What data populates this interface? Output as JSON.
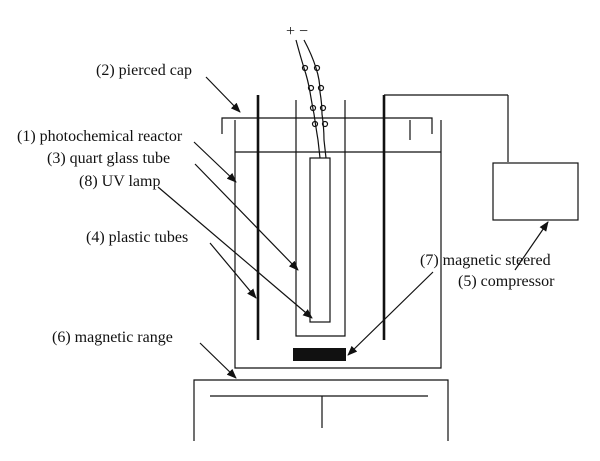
{
  "labels": {
    "polarity": "+ −",
    "pierced_cap": "(2) pierced cap",
    "photochemical_reactor": "(1) photochemical reactor",
    "quartz_glass_tube": "(3) quart glass tube",
    "uv_lamp": "(8) UV lamp",
    "plastic_tubes": "(4) plastic tubes",
    "magnetic_steered": "(7) magnetic steered",
    "compressor": "(5) compressor",
    "magnetic_range": "(6) magnetic range"
  },
  "colors": {
    "stroke": "#111111",
    "background": "#ffffff"
  }
}
